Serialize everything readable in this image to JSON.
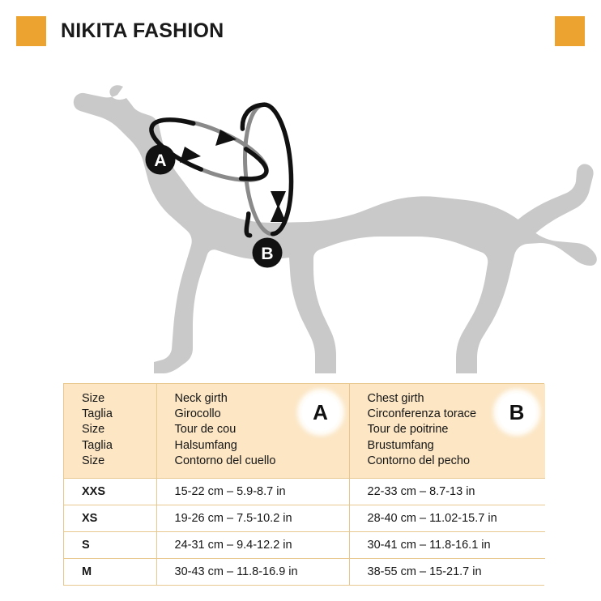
{
  "header": {
    "brand_title": "NIKITA FASHION",
    "accent_color": "#eda32f",
    "square_left_name": "brand-square-left",
    "square_right_name": "brand-square-right"
  },
  "illustration": {
    "dog_fill": "#c9c9c9",
    "neck_loop_label": "A",
    "chest_loop_label": "B",
    "badge_bg": "#111111",
    "badge_text_color": "#ffffff",
    "loop_color": "#111111",
    "loop_back_color": "#8a8a8a"
  },
  "table": {
    "header_bg": "#fce6c4",
    "border_color": "#e8c88e",
    "columns": [
      {
        "key": "size",
        "badge": "",
        "lines": [
          "Size",
          "Taglia",
          "Size",
          "Taglia",
          "Size"
        ]
      },
      {
        "key": "neck",
        "badge": "A",
        "lines": [
          "Neck girth",
          "Girocollo",
          "Tour de cou",
          "Halsumfang",
          "Contorno del cuello"
        ]
      },
      {
        "key": "chest",
        "badge": "B",
        "lines": [
          "Chest girth",
          "Circonferenza torace",
          "Tour de poitrine",
          "Brustumfang",
          "Contorno del pecho"
        ]
      }
    ],
    "rows": [
      {
        "size": "XXS",
        "neck": "15-22 cm – 5.9-8.7 in",
        "chest": "22-33 cm – 8.7-13 in"
      },
      {
        "size": "XS",
        "neck": "19-26 cm – 7.5-10.2 in",
        "chest": "28-40 cm – 11.02-15.7 in"
      },
      {
        "size": "S",
        "neck": "24-31 cm – 9.4-12.2 in",
        "chest": "30-41 cm – 11.8-16.1 in"
      },
      {
        "size": "M",
        "neck": "30-43 cm – 11.8-16.9 in",
        "chest": "38-55 cm – 15-21.7 in"
      }
    ]
  }
}
